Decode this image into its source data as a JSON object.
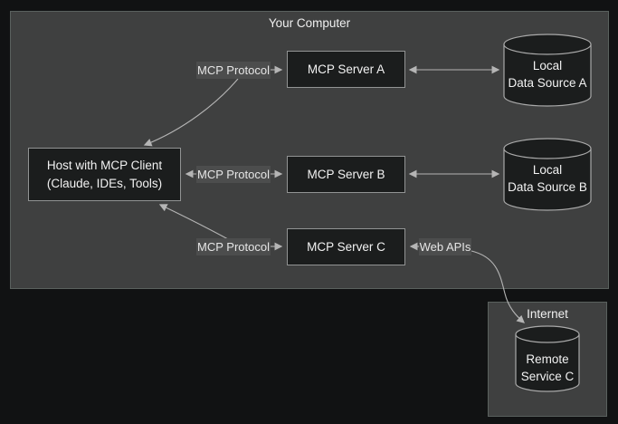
{
  "diagram": {
    "groups": {
      "your_computer": {
        "title": "Your Computer"
      },
      "internet": {
        "title": "Internet"
      }
    },
    "nodes": {
      "host": {
        "line1": "Host with MCP Client",
        "line2": "(Claude, IDEs, Tools)"
      },
      "server_a": {
        "label": "MCP Server A"
      },
      "server_b": {
        "label": "MCP Server B"
      },
      "server_c": {
        "label": "MCP Server C"
      },
      "data_source_a": {
        "line1": "Local",
        "line2": "Data Source A"
      },
      "data_source_b": {
        "line1": "Local",
        "line2": "Data Source B"
      },
      "remote_service_c": {
        "line1": "Remote",
        "line2": "Service C"
      }
    },
    "edge_labels": {
      "protocol_a": "MCP Protocol",
      "protocol_b": "MCP Protocol",
      "protocol_c": "MCP Protocol",
      "web_apis": "Web APIs"
    },
    "colors": {
      "background": "#111213",
      "group_fill": "#3f4040",
      "group_border": "#5a615e",
      "node_fill": "#1b1d1d",
      "node_border": "#929494",
      "edge": "#b5b5b5",
      "edge_label_bg": "#4c4d4d",
      "text": "#f2f2f2"
    }
  }
}
